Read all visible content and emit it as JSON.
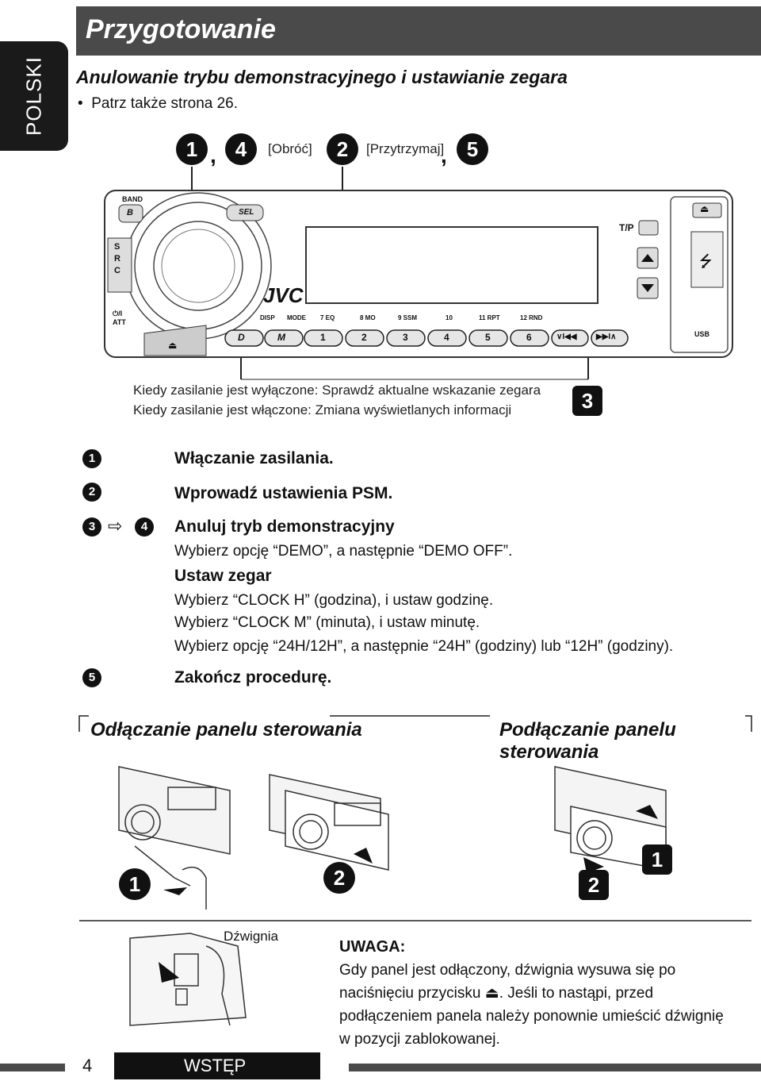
{
  "lang_tab": "POLSKI",
  "title": "Przygotowanie",
  "subtitle": "Anulowanie trybu demonstracyjnego i ustawianie zegara",
  "bullet": "Patrz także strona 26.",
  "labels": {
    "n1": "1",
    "n4": "4",
    "comma": ",",
    "rotate": "[Obróć]",
    "n2": "2",
    "hold": "[Przytrzymaj]",
    "n5": "5"
  },
  "device": {
    "band": "BAND",
    "b": "B",
    "sel": "SEL",
    "src": "S\nR\nC",
    "att": "⏻/I\nATT",
    "brand": "JVC",
    "tp": "T/P",
    "usb": "USB",
    "func_labels": [
      "DISP",
      "MODE",
      "7 EQ",
      "8 MO",
      "9 SSM",
      "10",
      "11 RPT",
      "12 RND"
    ],
    "buttons": [
      "D",
      "M",
      "1",
      "2",
      "3",
      "4",
      "5",
      "6",
      "∨I◀◀",
      "▶▶I∧"
    ]
  },
  "caption1": "Kiedy zasilanie jest wyłączone: Sprawdź aktualne wskazanie zegara",
  "caption2": "Kiedy zasilanie jest włączone: Zmiana wyświetlanych informacji",
  "n3": "3",
  "steps": {
    "s1_num": "1",
    "s1": "Włączanie zasilania.",
    "s2_num": "2",
    "s2": "Wprowadź ustawienia PSM.",
    "s3_num": "3",
    "s3_arrow": "⇨",
    "s4_num": "4",
    "s3_title": "Anuluj tryb demonstracyjny",
    "s3_text": "Wybierz opcję “DEMO”, a następnie “DEMO OFF”.",
    "clock_title": "Ustaw zegar",
    "clock_1": "Wybierz “CLOCK H” (godzina), i ustaw godzinę.",
    "clock_2": "Wybierz “CLOCK M” (minuta), i ustaw minutę.",
    "clock_3": "Wybierz opcję “24H/12H”, a następnie “24H” (godziny) lub “12H” (godziny).",
    "s5_num": "5",
    "s5": "Zakończ procedurę."
  },
  "detach_head": "Odłączanie panelu sterowania",
  "attach_head": "Podłączanie panelu sterowania",
  "detach_nums": [
    "1",
    "2"
  ],
  "attach_nums": [
    "1",
    "2"
  ],
  "lever_label": "Dźwignia",
  "note_title": "UWAGA:",
  "note_text": "Gdy panel jest odłączony, dźwignia wysuwa się po naciśnięciu przycisku ⏏. Jeśli to nastąpi, przed podłączeniem panela należy ponownie umieścić dźwignię w pozycji zablokowanej.",
  "page_num": "4",
  "footer_section": "WSTĘP"
}
